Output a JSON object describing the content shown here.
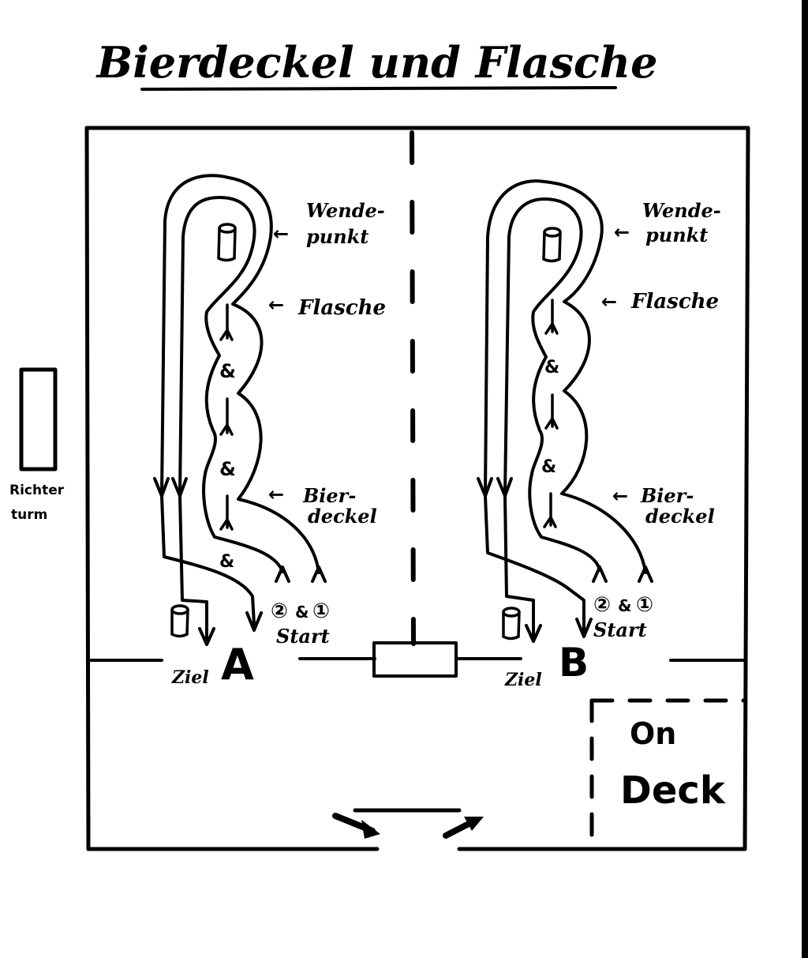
{
  "title": "Bierdeckel und Flasche",
  "judge_tower": [
    "Richter",
    "turm"
  ],
  "on_deck": [
    "On",
    "Deck"
  ],
  "lanes": [
    {
      "letter": "A",
      "finish_label": "Ziel",
      "start_label": "Start",
      "start_numbers": [
        "②",
        "&",
        "①"
      ],
      "turn_label": [
        "Wende-",
        "punkt"
      ],
      "bottle_label": "Flasche",
      "coaster_label": [
        "Bier-",
        "deckel"
      ],
      "arrow_glyph": "←",
      "coaster_glyph": "&"
    },
    {
      "letter": "B",
      "finish_label": "Ziel",
      "start_label": "Start",
      "start_numbers": [
        "②",
        "&",
        "①"
      ],
      "turn_label": [
        "Wende-",
        "punkt"
      ],
      "bottle_label": "Flasche",
      "coaster_label": [
        "Bier-",
        "deckel"
      ],
      "arrow_glyph": "←",
      "coaster_glyph": "&"
    }
  ]
}
